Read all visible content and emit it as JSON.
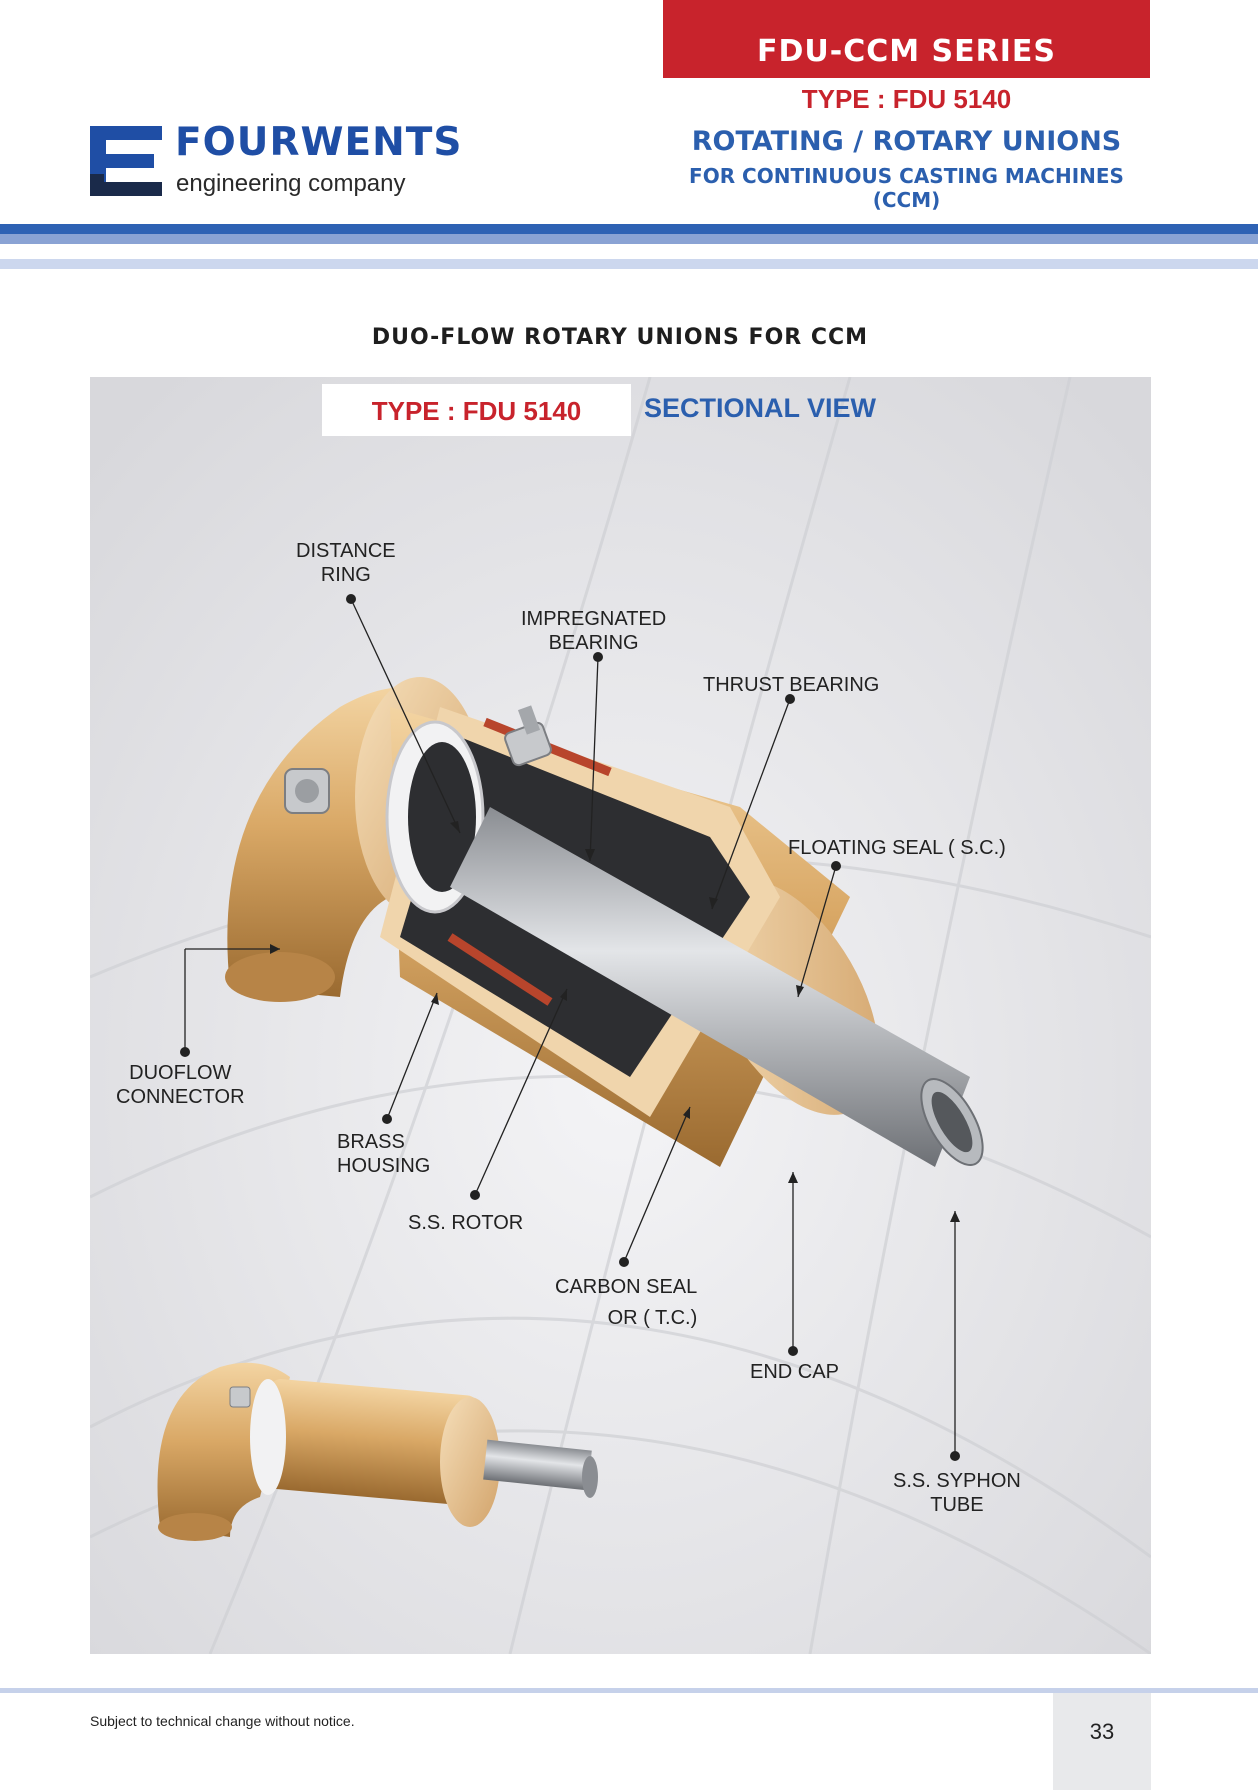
{
  "header": {
    "series": "FDU-CCM SERIES",
    "type": "TYPE : FDU 5140",
    "title": "ROTATING / ROTARY UNIONS",
    "subtitle": "FOR CONTINUOUS CASTING MACHINES (CCM)"
  },
  "logo": {
    "name": "FOURWENTS",
    "tagline": "engineering company"
  },
  "section": {
    "heading": "DUO-FLOW ROTARY UNIONS FOR CCM"
  },
  "figure": {
    "type_label": "TYPE : FDU 5140",
    "view_label": "SECTIONAL VIEW",
    "callouts": {
      "distance_ring": [
        "DISTANCE",
        "RING"
      ],
      "impregnated_bearing": [
        "IMPREGNATED",
        "BEARING"
      ],
      "thrust_bearing": "THRUST BEARING",
      "floating_seal": "FLOATING SEAL ( S.C.)",
      "duoflow_connector": [
        "DUOFLOW",
        "CONNECTOR"
      ],
      "brass_housing": [
        "BRASS",
        "HOUSING"
      ],
      "ss_rotor": "S.S. ROTOR",
      "carbon_seal": [
        "CARBON SEAL",
        "OR ( T.C.)"
      ],
      "end_cap": "END CAP",
      "ss_syphon_tube": [
        "S.S. SYPHON",
        "TUBE"
      ]
    }
  },
  "footer": {
    "note": "Subject to technical change without notice.",
    "page": "33"
  },
  "colors": {
    "brand_red": "#c8232c",
    "brand_blue": "#2b5fae",
    "brass": "#d9a866",
    "steel": "#a9abaf"
  }
}
